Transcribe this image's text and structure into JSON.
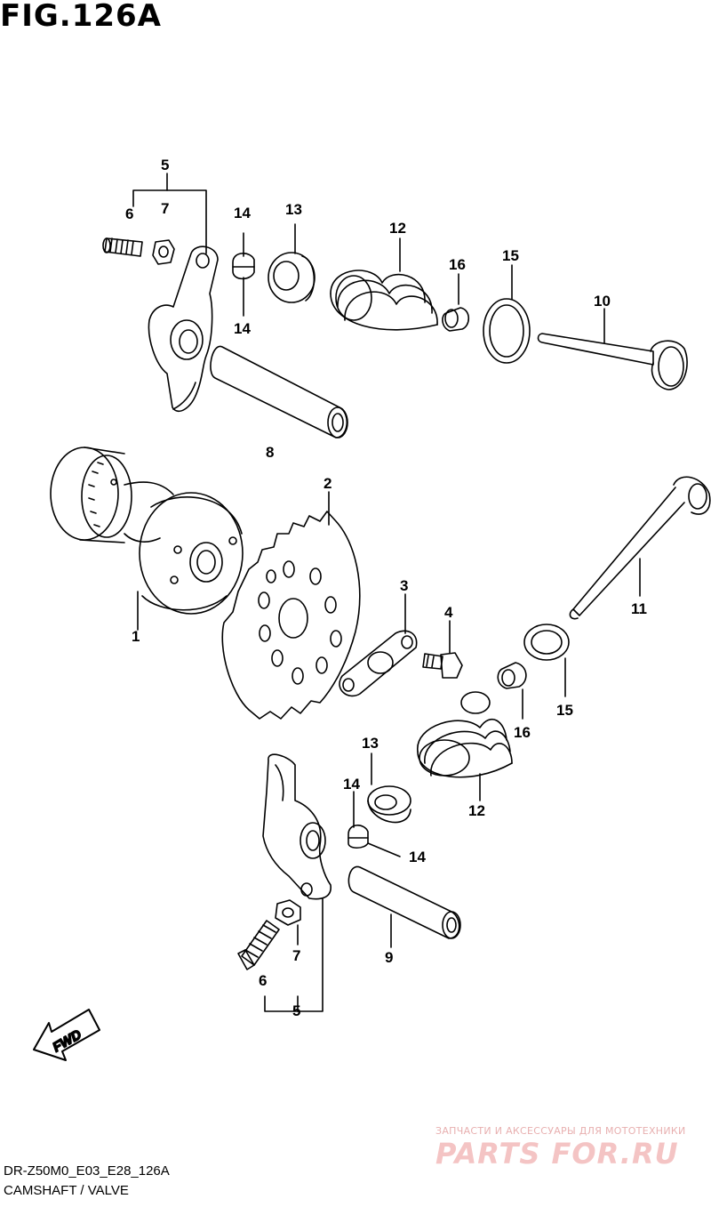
{
  "figure": {
    "title": "FIG.126A"
  },
  "footer": {
    "code": "DR-Z50M0_E03_E28_126A",
    "name": "CAMSHAFT / VALVE"
  },
  "fwd_label": "FWD",
  "watermark": {
    "text": "ЗАПЧАСТИ И АКСЕССУАРЫ ДЛЯ МОТОТЕХНИКИ",
    "logo": "PARTS FOR.RU"
  },
  "callouts": {
    "c5_top": "5",
    "c6_top": "6",
    "c7_top": "7",
    "c14_top_a": "14",
    "c14_top_b": "14",
    "c13_top": "13",
    "c12_top": "12",
    "c16_top": "16",
    "c15_top": "15",
    "c10": "10",
    "c8": "8",
    "c2": "2",
    "c1": "1",
    "c3": "3",
    "c4": "4",
    "c11": "11",
    "c15_bot": "15",
    "c16_bot": "16",
    "c13_bot": "13",
    "c14_bot_a": "14",
    "c14_bot_b": "14",
    "c12_bot": "12",
    "c9": "9",
    "c7_bot": "7",
    "c6_bot": "6",
    "c5_bot": "5"
  }
}
